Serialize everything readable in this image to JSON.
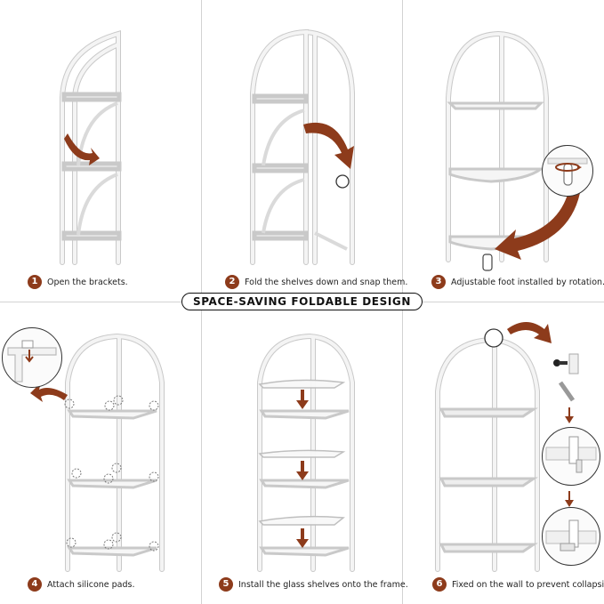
{
  "banner": {
    "title": "SPACE-SAVING FOLDABLE DESIGN"
  },
  "colors": {
    "accent": "#8d3b1b",
    "frame": "#f4f4f4",
    "frame_edge": "#c9c9c9",
    "divider": "#d2d2d2"
  },
  "steps": [
    {
      "number": "1",
      "caption": "Open the brackets."
    },
    {
      "number": "2",
      "caption": "Fold the shelves down and snap them."
    },
    {
      "number": "3",
      "caption": "Adjustable foot installed by rotation."
    },
    {
      "number": "4",
      "caption": "Attach silicone pads."
    },
    {
      "number": "5",
      "caption": "Install the glass shelves onto the frame."
    },
    {
      "number": "6",
      "caption": "Fixed on the wall to prevent collapsing."
    }
  ],
  "icons": {
    "arrow": "curved-arrow-icon",
    "pad": "silicone-pad-icon",
    "screw": "screw-icon",
    "anchor": "wall-anchor-icon"
  }
}
